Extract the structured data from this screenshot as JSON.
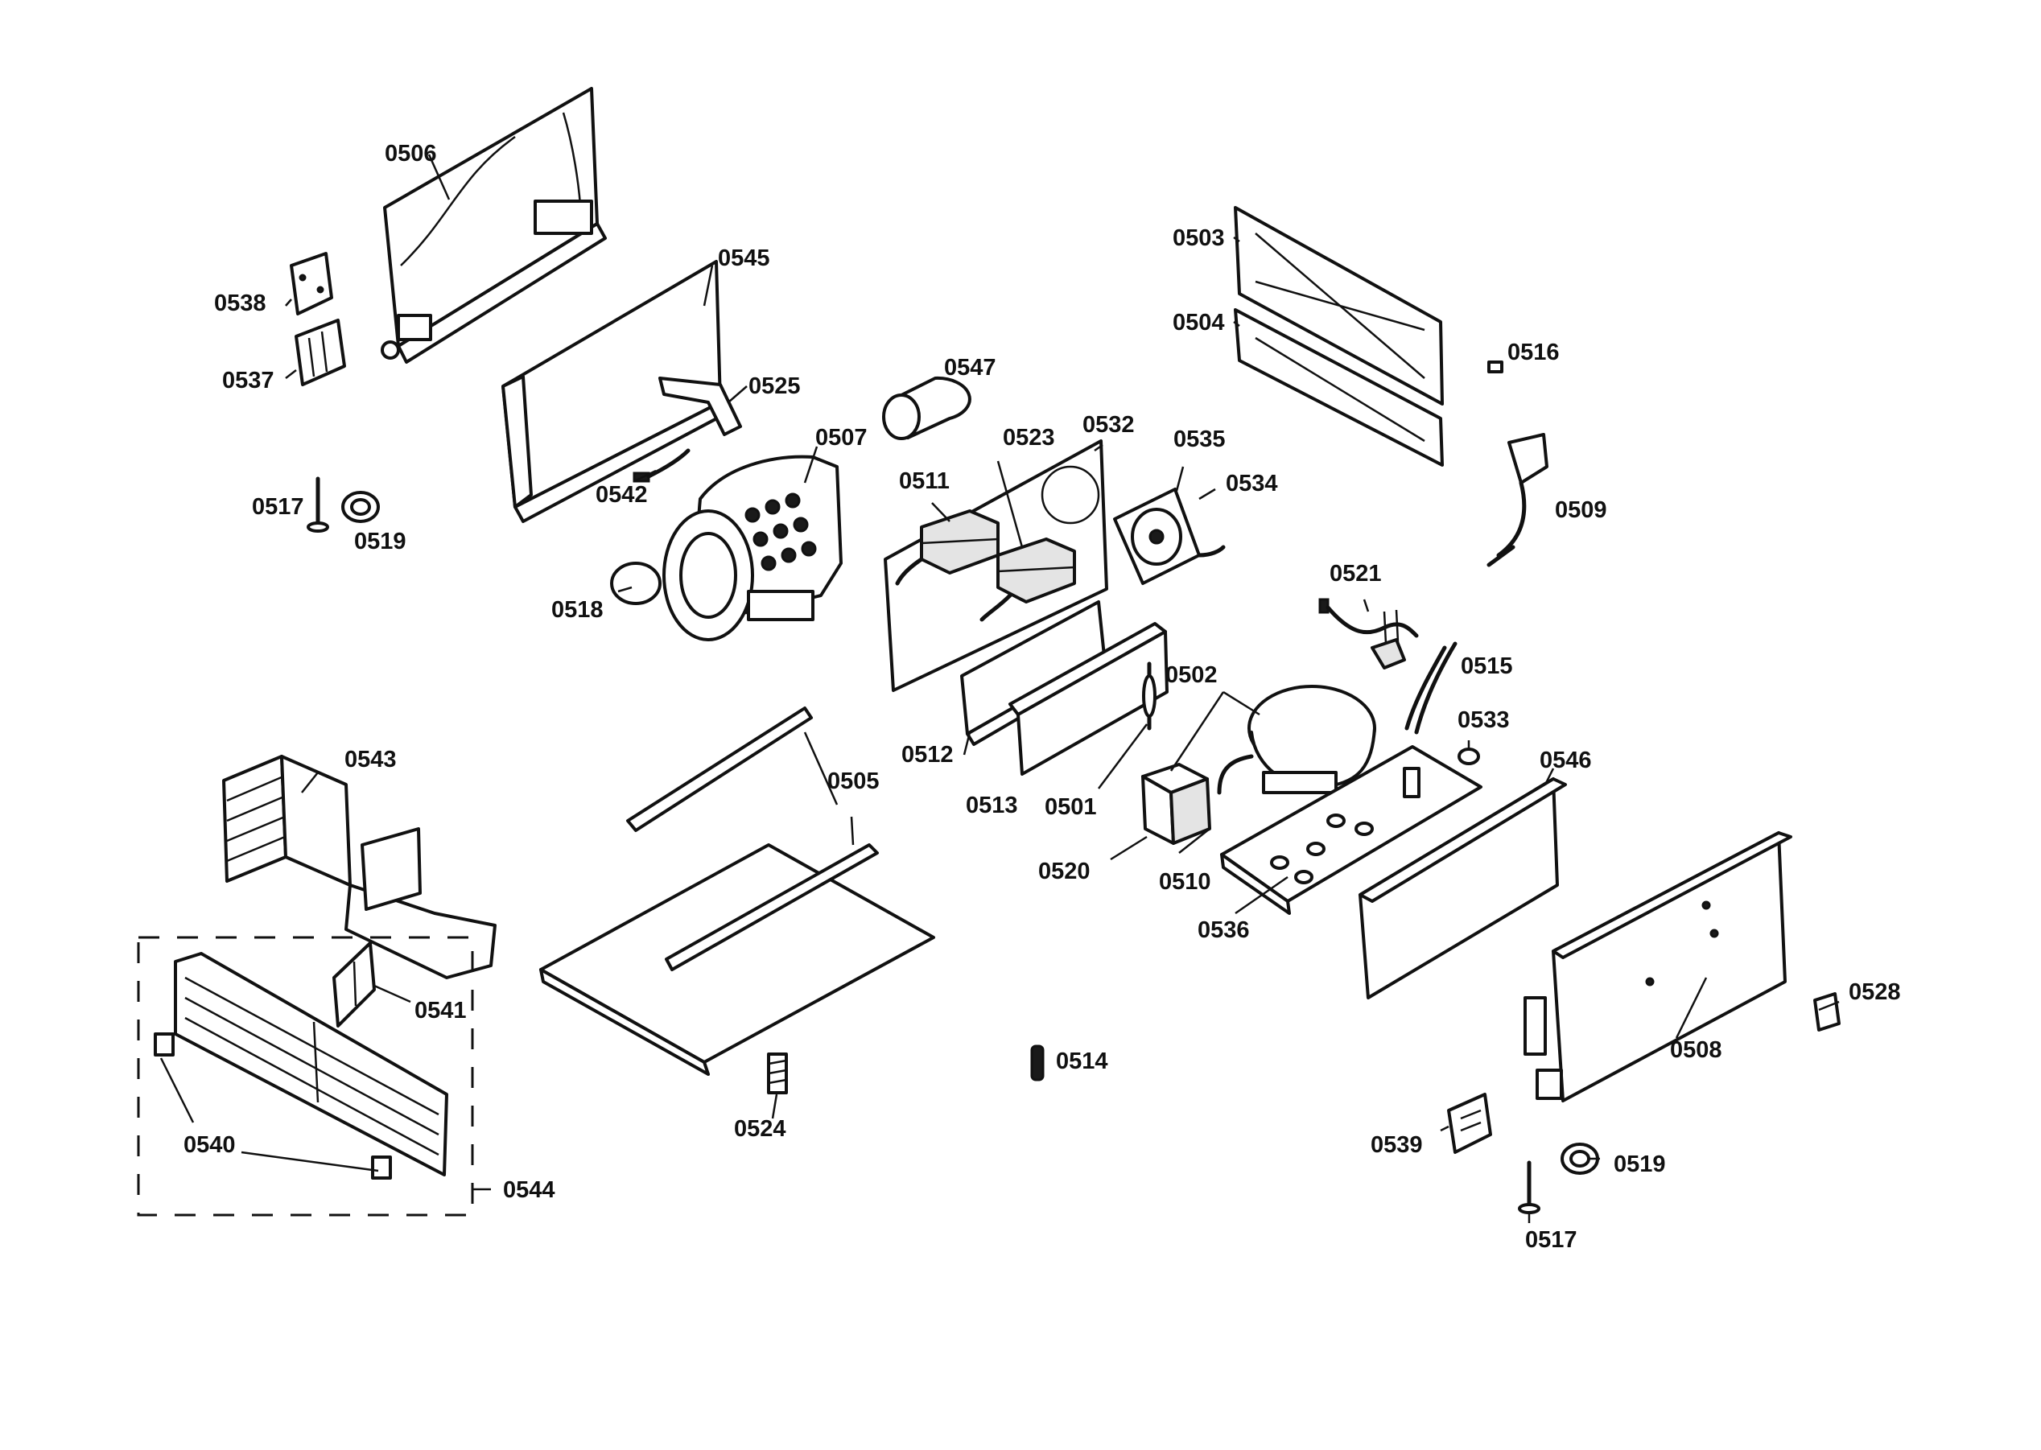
{
  "diagram": {
    "labels": {
      "p0506": "0506",
      "p0545": "0545",
      "p0538": "0538",
      "p0537": "0537",
      "p0525": "0525",
      "p0547": "0547",
      "p0507": "0507",
      "p0542": "0542",
      "p0517a": "0517",
      "p0519a": "0519",
      "p0518": "0518",
      "p0503": "0503",
      "p0504": "0504",
      "p0516": "0516",
      "p0509": "0509",
      "p0523": "0523",
      "p0532": "0532",
      "p0535": "0535",
      "p0511": "0511",
      "p0534": "0534",
      "p0521": "0521",
      "p0502": "0502",
      "p0515": "0515",
      "p0533": "0533",
      "p0512": "0512",
      "p0513": "0513",
      "p0501": "0501",
      "p0546": "0546",
      "p0543": "0543",
      "p0505": "0505",
      "p0520": "0520",
      "p0510": "0510",
      "p0536": "0536",
      "p0541": "0541",
      "p0514": "0514",
      "p0528": "0528",
      "p0508": "0508",
      "p0540": "0540",
      "p0524": "0524",
      "p0544": "0544",
      "p0539": "0539",
      "p0519b": "0519",
      "p0517b": "0517"
    }
  }
}
